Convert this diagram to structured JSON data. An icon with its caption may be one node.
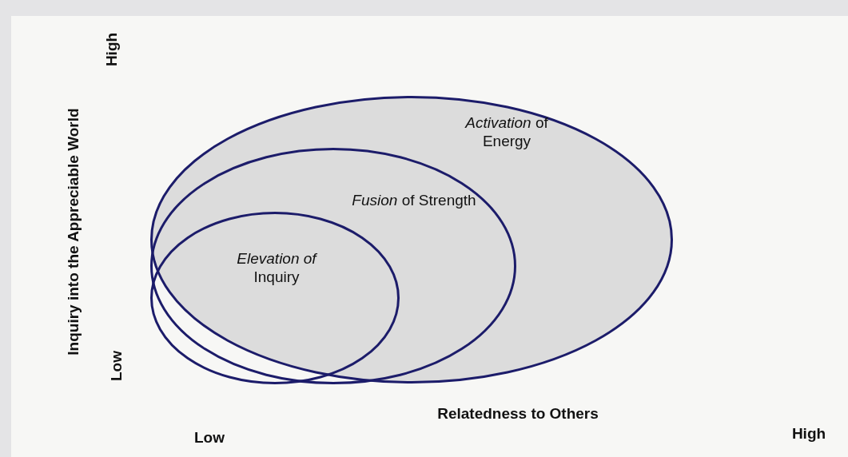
{
  "diagram": {
    "nodes": [
      {
        "text": [
          "*Activation* of Energy"
        ]
      },
      {
        "text": [
          "*Fusion* of Strength"
        ],
        "in": 0
      },
      {
        "text": [
          "*Elevation of* Inquiry"
        ],
        "in": 1
      }
    ],
    "edges": [],
    "labels": [
      "High",
      "Inquiry into the Appreciable World",
      "Low",
      "Relatedness to Others",
      "Low",
      "High"
    ]
  }
}
